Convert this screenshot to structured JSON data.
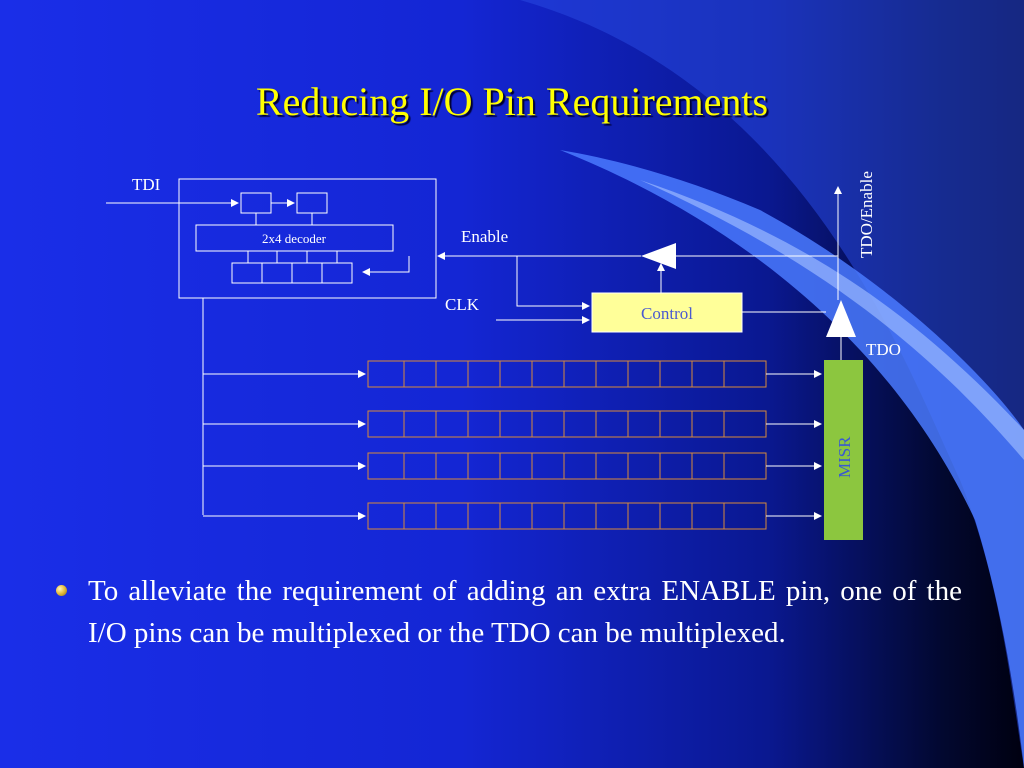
{
  "slide": {
    "title": "Reducing I/O Pin Requirements",
    "bullets": [
      "To alleviate the requirement of adding an extra ENABLE pin, one of the I/O pins can be multiplexed or the TDO can be multiplexed."
    ]
  },
  "diagram": {
    "labels": {
      "tdi": "TDI",
      "decoder": "2x4 decoder",
      "enable": "Enable",
      "clk": "CLK",
      "control": "Control",
      "tdo_enable": "TDO/Enable",
      "tdo": "TDO",
      "misr": "MISR"
    },
    "scan_register_count": 4,
    "scan_cells_per_register": 12,
    "colors": {
      "background": "#1426d4",
      "title": "#ffff00",
      "line": "#ffffff",
      "control_fill": "#ffff99",
      "control_text": "#4a5ad0",
      "misr_fill": "#8cc63f",
      "misr_text": "#3a5ad0",
      "register_border": "#d88a3a",
      "side_swoosh": "#2a5ae8"
    },
    "icons": [
      "tristate-buffer-icon",
      "arrow-icon"
    ]
  }
}
